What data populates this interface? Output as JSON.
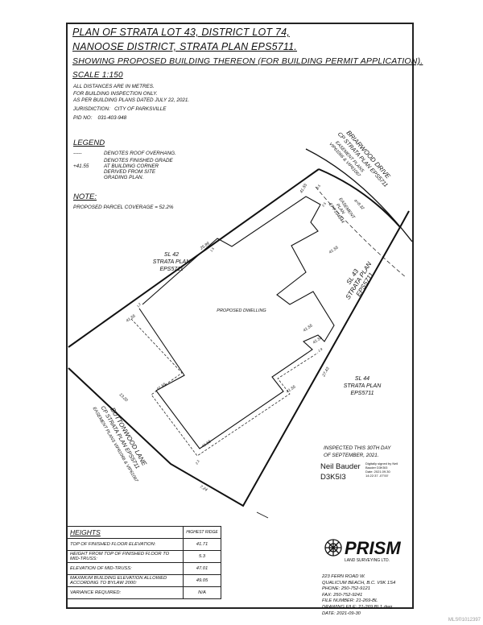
{
  "title": {
    "line1": "PLAN OF STRATA LOT 43, DISTRICT LOT 74,",
    "line2": "NANOOSE DISTRICT, STRATA PLAN EPS5711.",
    "line3": "SHOWING PROPOSED BUILDING THEREON (FOR BUILDING PERMIT APPLICATION).",
    "scale": "SCALE 1:150"
  },
  "notes": {
    "n1": "ALL DISTANCES ARE IN METRES.",
    "n2": "FOR BUILDING INSPECTION ONLY.",
    "n3": "AS PER BUILDING PLANS DATED JULY 22, 2021.",
    "jurisdiction_label": "JURISDICTION:",
    "jurisdiction": "CITY OF PARKSVILLE",
    "pid_label": "PID NO:",
    "pid": "031-403-948"
  },
  "legend": {
    "title": "LEGEND",
    "roof_symbol": "-----",
    "roof": "DENOTES ROOF OVERHANG.",
    "grade_symbol": "+41.55",
    "grade1": "DENOTES FINISHED GRADE",
    "grade2": "AT BUILDING CORNER",
    "grade3": "DERIVED FROM SITE",
    "grade4": "GRADING PLAN."
  },
  "note": {
    "title": "NOTE:",
    "coverage": "PROPOSED PARCEL COVERAGE = 52.2%"
  },
  "plan": {
    "sl42": [
      "SL 42",
      "STRATA PLAN",
      "EPS5711"
    ],
    "sl43": [
      "SL 43",
      "STRATA PLAN",
      "EPS5711"
    ],
    "sl44": [
      "SL 44",
      "STRATA PLAN",
      "EPS5711"
    ],
    "briarwood": [
      "BRIARWOOD DRIVE",
      "CP  STRATA PLAN EPS5711",
      "EASEMENT PLANS",
      "VIP61066 & VIP61067"
    ],
    "buttonwood": [
      "BUTTONWOOD LANE",
      "CP  STRATA PLAN EPS5711",
      "EASEMENT PLANS VIP61066 & VIP61067"
    ],
    "easement": [
      "EASEMENT",
      "PLAN",
      "EPP104844"
    ],
    "dwelling": "PROPOSED DWELLING",
    "dims": {
      "top": "25.89",
      "arc": "a=8.32",
      "right": "27.43",
      "left": "13.20",
      "bottom": "7.24",
      "s1": "3.5",
      "s2": "2.5",
      "s3": "1.9",
      "s4": "2.3",
      "s5": "1.5",
      "s6": "1.2"
    },
    "grade": "41.55"
  },
  "inspection": {
    "line1": "INSPECTED THIS 30TH DAY",
    "line2": "OF SEPTEMBER, 2021.",
    "signer": "Neil Bauder",
    "code": "D3K5I3",
    "digital1": "Digitally signed by Neil",
    "digital2": "Bauder D3K5I3",
    "digital3": "Date: 2021.09.30",
    "digital4": "14:22:37 -07'00'"
  },
  "heights": {
    "title": "HEIGHTS",
    "col": "HIGHEST RIDGE",
    "rows": [
      {
        "label": "TOP OF FINISHED FLOOR ELEVATION:",
        "value": "41.71"
      },
      {
        "label": "HEIGHT FROM TOP OF FINISHED FLOOR TO MID-TRUSS:",
        "value": "5.3"
      },
      {
        "label": "ELEVATION OF MID-TRUSS:",
        "value": "47.01"
      },
      {
        "label": "MAXIMUM BUILDING ELEVATION ALLOWED ACCORDING TO BYLAW 2000:",
        "value": "49.05"
      },
      {
        "label": "VARIANCE REQUIRED:",
        "value": "N/A"
      }
    ]
  },
  "company": {
    "logo": "PRISM",
    "sub": "LAND SURVEYING LTD.",
    "address1": "223 FERN ROAD W.",
    "address2": "QUALICUM BEACH, B.C.  V9K 1S4",
    "phone": "PHONE:  250-752-9121",
    "fax": "FAX:  250-752-9241",
    "file": "FILE NUMBER:  21-269-BL",
    "drawing": "DRAWING FILE:  21-269 BL1.dwg",
    "date": "DATE:   2021-09-30"
  },
  "watermark": "MLS®1012397"
}
